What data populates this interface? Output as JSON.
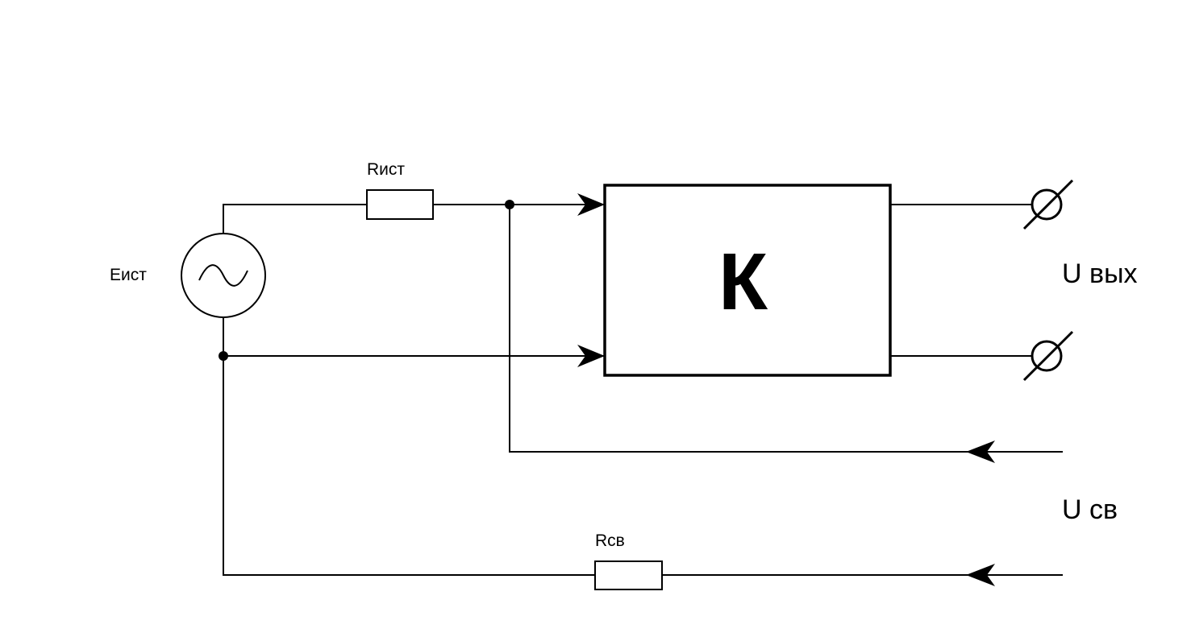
{
  "labels": {
    "source_emf": "Еист",
    "source_resistor": "Rист",
    "feedback_resistor": "Rсв",
    "amplifier": "К",
    "output_voltage": "U вых",
    "feedback_voltage": "U св"
  },
  "colors": {
    "stroke": "#000000",
    "background": "#ffffff"
  }
}
